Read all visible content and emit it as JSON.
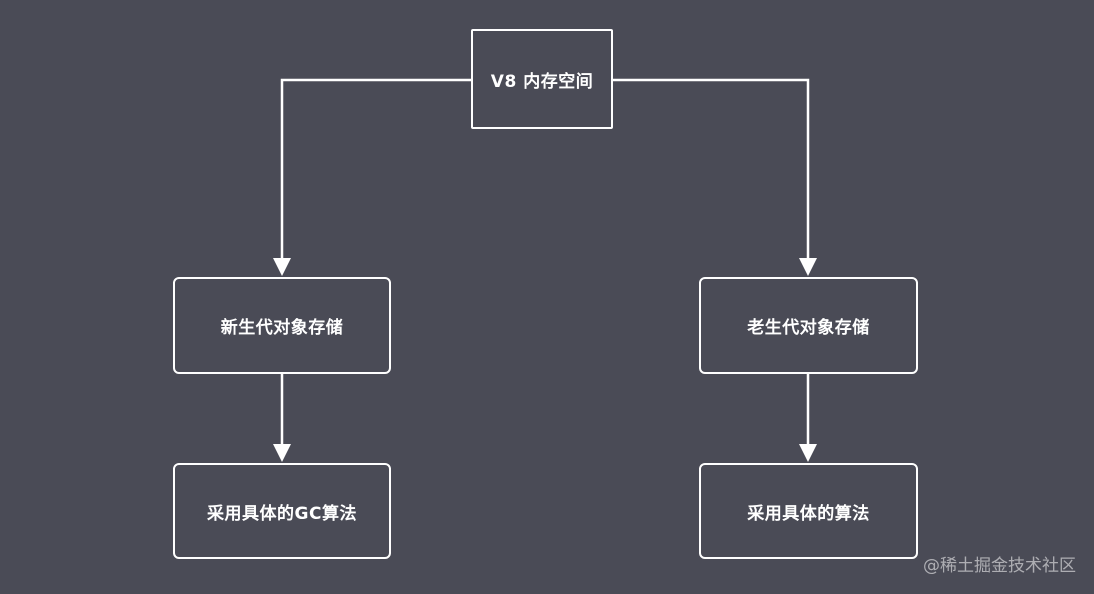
{
  "diagram": {
    "root": {
      "label": "V8 内存空间"
    },
    "left_branch": {
      "storage": {
        "label": "新生代对象存储"
      },
      "algorithm": {
        "label": "采用具体的GC算法"
      }
    },
    "right_branch": {
      "storage": {
        "label": "老生代对象存储"
      },
      "algorithm": {
        "label": "采用具体的算法"
      }
    }
  },
  "watermark": {
    "text": "@稀土掘金技术社区"
  },
  "colors": {
    "background": "#4a4b56",
    "stroke": "#ffffff",
    "text": "#ffffff"
  }
}
